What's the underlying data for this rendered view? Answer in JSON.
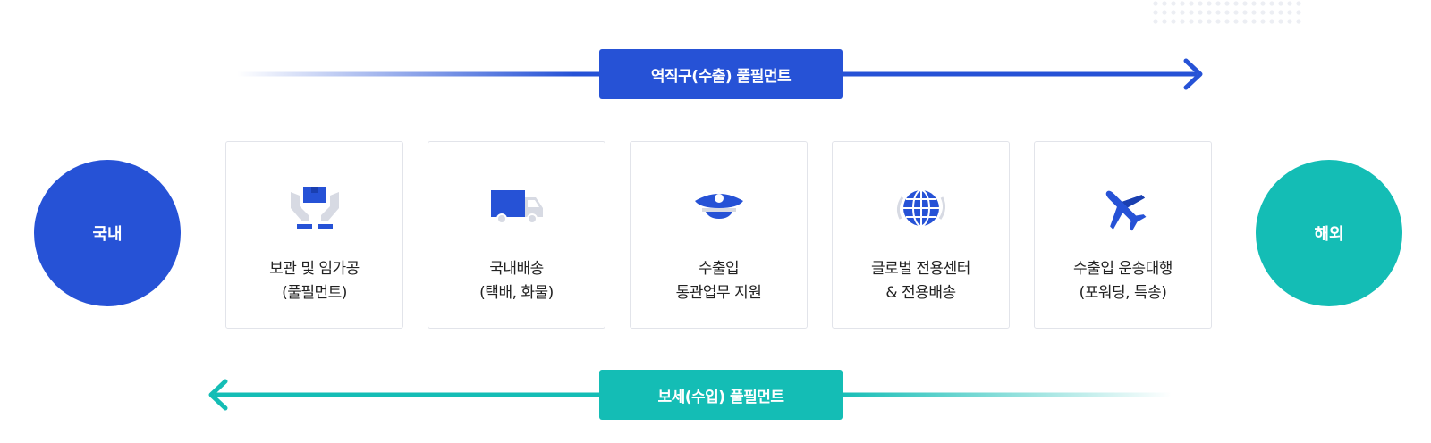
{
  "export_banner": {
    "label": "역직구(수출) 풀필먼트"
  },
  "import_banner": {
    "label": "보세(수입) 풀필먼트"
  },
  "domestic": {
    "label": "국내"
  },
  "overseas": {
    "label": "해외"
  },
  "colors": {
    "blue": "#2652d6",
    "teal": "#14bdb5",
    "dots": "#eef0f5"
  },
  "services": [
    {
      "icon": "hands-box-icon",
      "line1": "보관 및 임가공",
      "line2": "(풀필먼트)"
    },
    {
      "icon": "delivery-truck-icon",
      "line1": "국내배송",
      "line2": "(택배, 화물)"
    },
    {
      "icon": "customs-officer-cap-icon",
      "line1": "수출입",
      "line2": "통관업무 지원"
    },
    {
      "icon": "globe-icon",
      "line1": "글로벌 전용센터",
      "line2": "& 전용배송"
    },
    {
      "icon": "airplane-icon",
      "line1": "수출입 운송대행",
      "line2": "(포워딩, 특송)"
    }
  ]
}
